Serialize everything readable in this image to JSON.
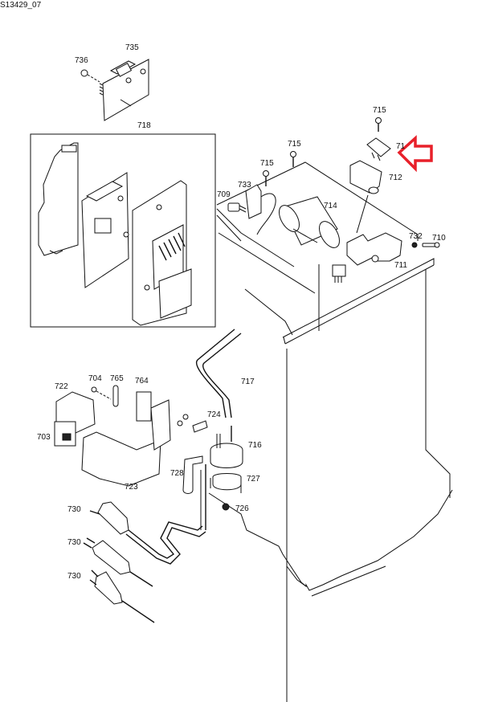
{
  "document_id": "S13429_07",
  "highlight": {
    "target_part": "713",
    "arrow_color": "#e8202a"
  },
  "parts": {
    "p735": "735",
    "p736": "736",
    "p718": "718",
    "p715a": "715",
    "p715b": "715",
    "p715c": "715",
    "p713": "71",
    "p712": "712",
    "p733": "733",
    "p709": "709",
    "p714": "714",
    "p732": "732",
    "p710": "710",
    "p711": "711",
    "p717": "717",
    "p722": "722",
    "p704": "704",
    "p765": "765",
    "p764": "764",
    "p703": "703",
    "p724": "724",
    "p716": "716",
    "p728": "728",
    "p727": "727",
    "p723": "723",
    "p726": "726",
    "p730a": "730",
    "p730b": "730",
    "p730c": "730"
  }
}
